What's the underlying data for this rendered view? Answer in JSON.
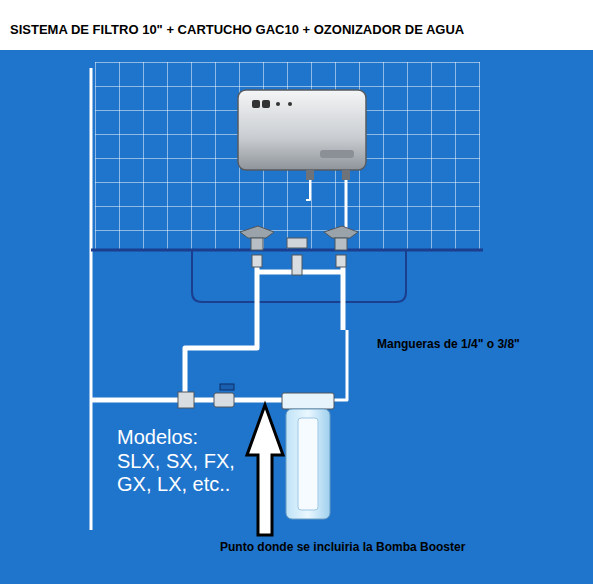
{
  "diagram": {
    "title": "SISTEMA DE FILTRO 10\" + CARTUCHO GAC10 + OZONIZADOR DE AGUA",
    "labels": [
      "Mangueras de 1/4\" o 3/8\"",
      "Modelos:",
      "SLX, SX, FX, GX, LX, etc..",
      "Punto donde se incluiria la Bomba Booster"
    ]
  }
}
